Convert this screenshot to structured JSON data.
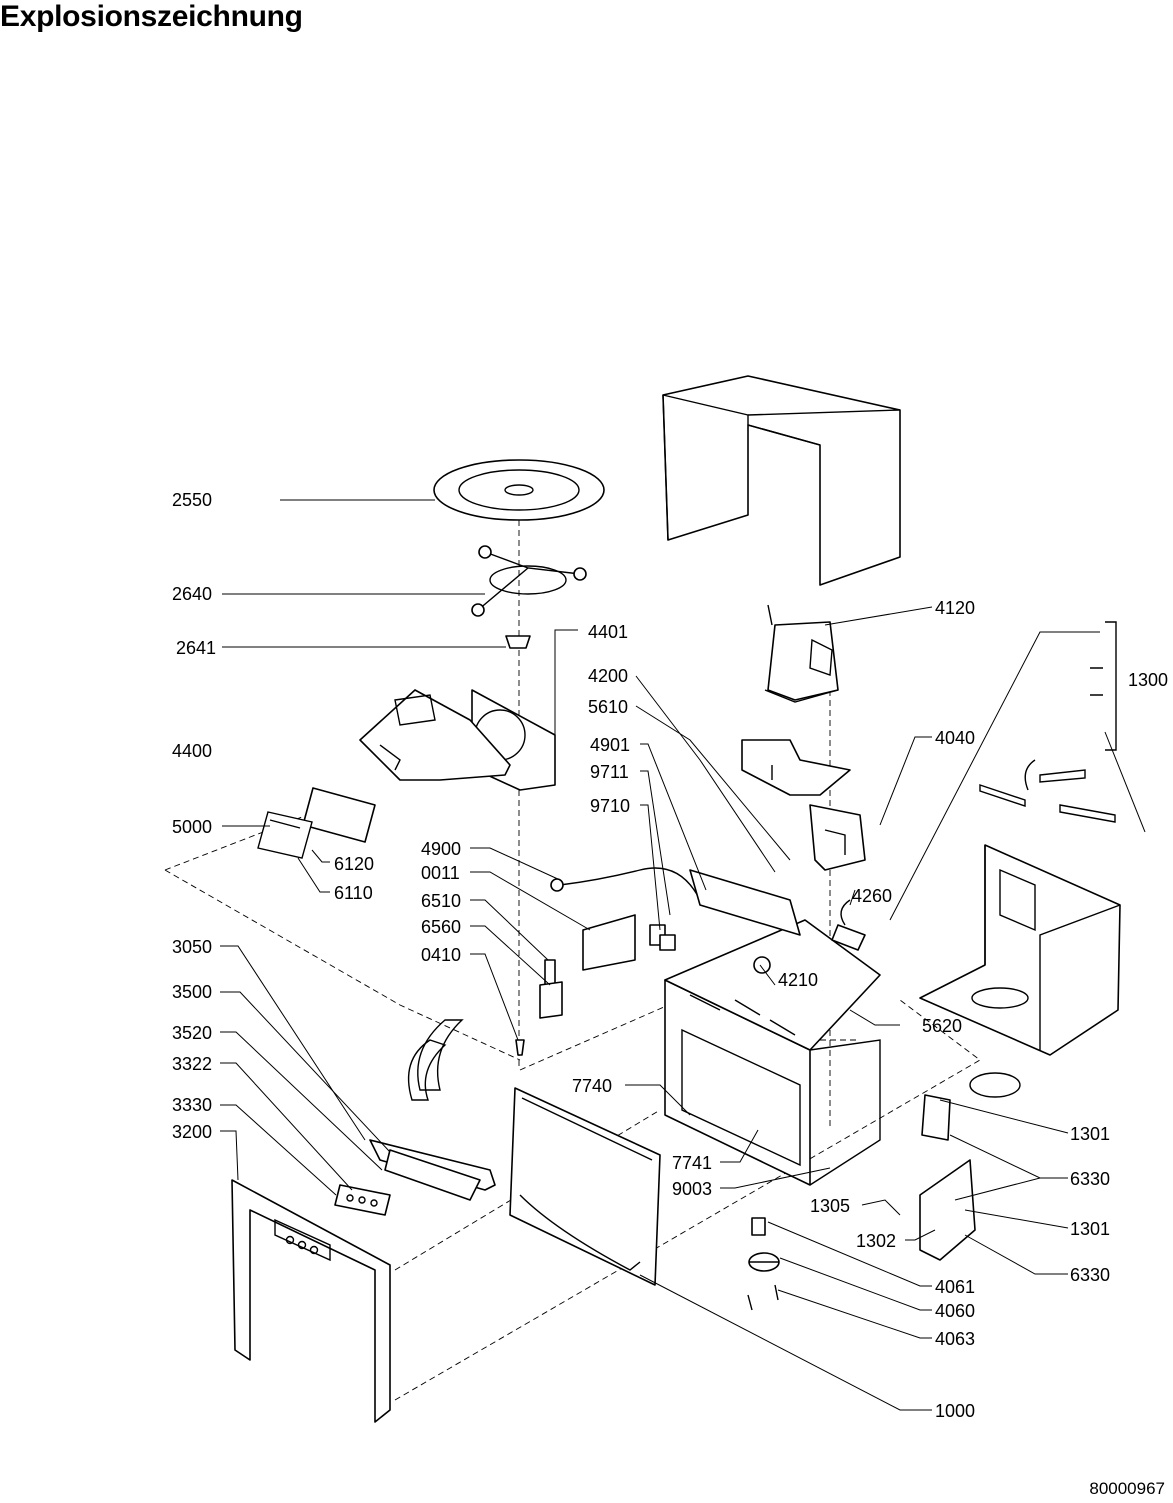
{
  "title": "Explosionszeichnung",
  "document_number": "80000967",
  "part_labels": {
    "p2550": "2550",
    "p2640": "2640",
    "p2641": "2641",
    "p4400": "4400",
    "p4401": "4401",
    "p5000": "5000",
    "p6120": "6120",
    "p6110": "6110",
    "p3050": "3050",
    "p3500": "3500",
    "p3520": "3520",
    "p3322": "3322",
    "p3330": "3330",
    "p3200": "3200",
    "p4200": "4200",
    "p5610": "5610",
    "p4901": "4901",
    "p9711": "9711",
    "p9710": "9710",
    "p4900": "4900",
    "p0011": "0011",
    "p6510": "6510",
    "p6560": "6560",
    "p0410": "0410",
    "p4120": "4120",
    "p4040": "4040",
    "p4260": "4260",
    "p4210": "4210",
    "p1300": "1300",
    "p5620": "5620",
    "p7740": "7740",
    "p7741": "7741",
    "p9003": "9003",
    "p1305": "1305",
    "p1302": "1302",
    "p1301a": "1301",
    "p6330a": "6330",
    "p1301b": "1301",
    "p6330b": "6330",
    "p4061": "4061",
    "p4060": "4060",
    "p4063": "4063",
    "p1000": "1000"
  }
}
